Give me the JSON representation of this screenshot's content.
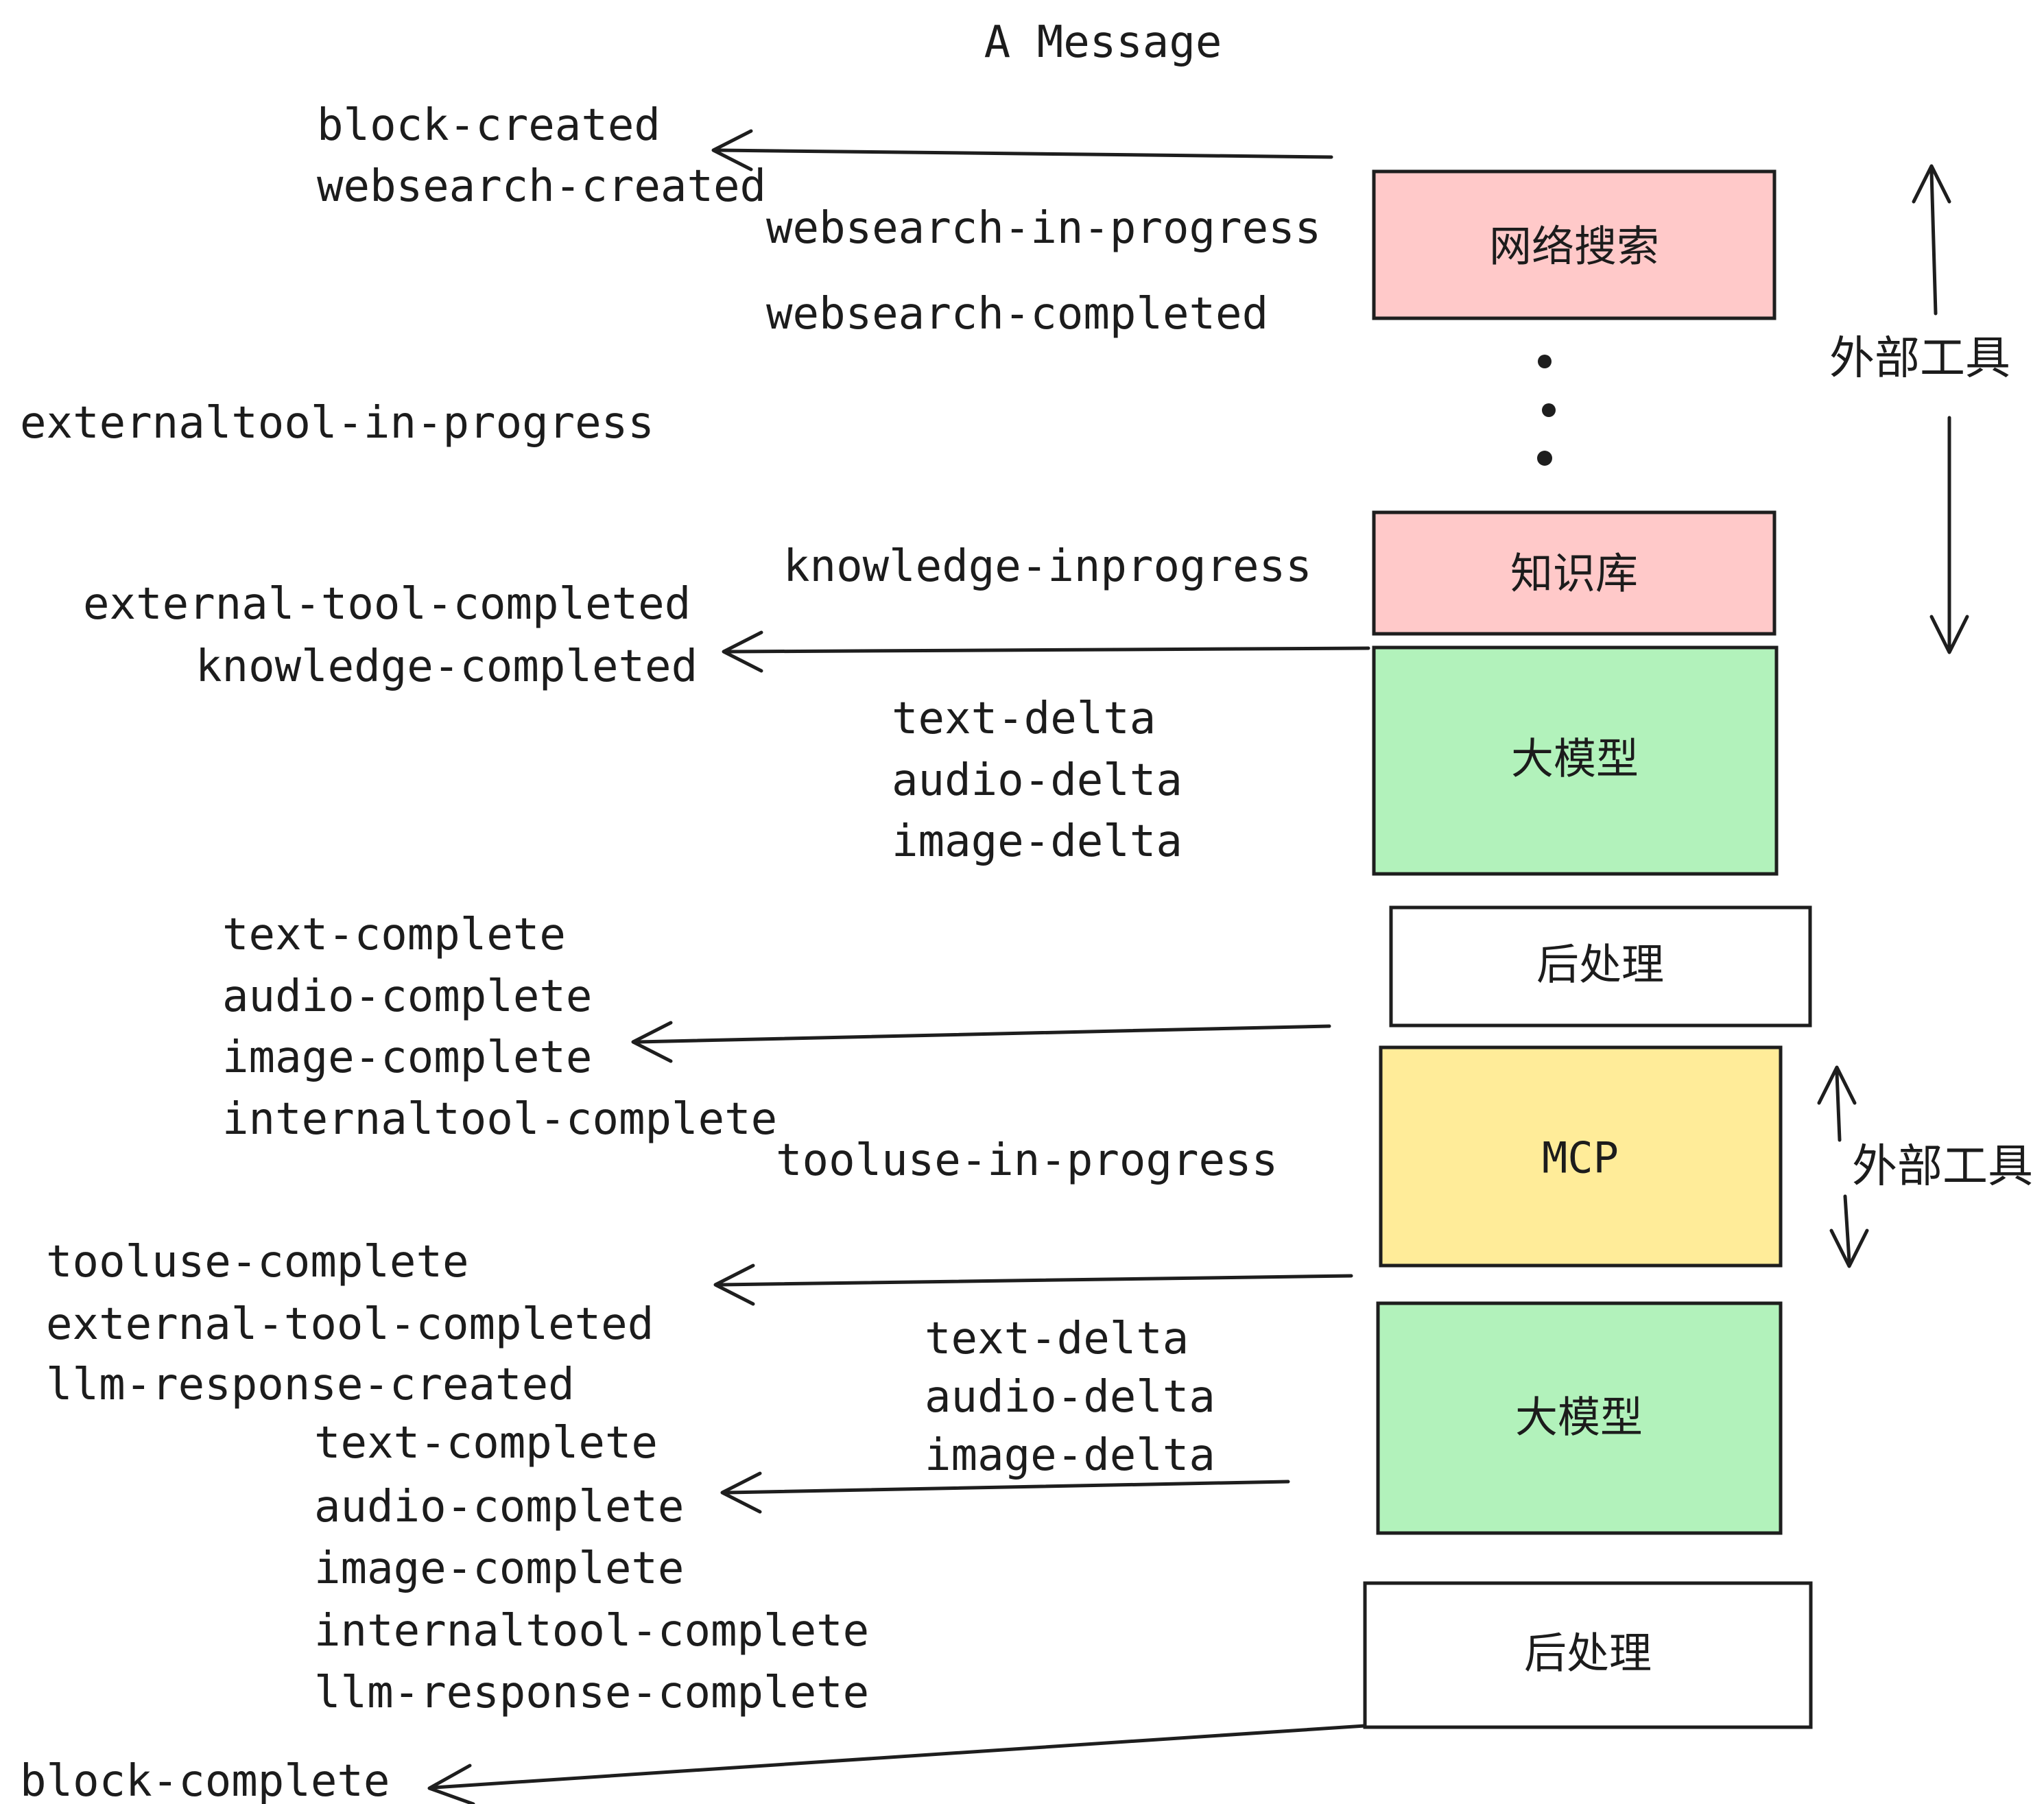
{
  "title": "A Message",
  "boxes": {
    "websearch": {
      "label": "网络搜索",
      "color": "#ffc9c9"
    },
    "knowledge": {
      "label": "知识库",
      "color": "#ffc9c9"
    },
    "llm_1": {
      "label": "大模型",
      "color": "#b2f2bb"
    },
    "postprocess_1": {
      "label": "后处理",
      "color": "#ffffff"
    },
    "mcp": {
      "label": "MCP",
      "color": "#ffec99"
    },
    "llm_2": {
      "label": "大模型",
      "color": "#b2f2bb"
    },
    "postprocess_2": {
      "label": "后处理",
      "color": "#ffffff"
    }
  },
  "side_labels": {
    "external_tools_top": "外部工具",
    "external_tools_mid": "外部工具"
  },
  "events": {
    "block_created": "block-created",
    "websearch_created": "websearch-created",
    "websearch_in_progress": "websearch-in-progress",
    "websearch_completed": "websearch-completed",
    "externaltool_in_progress": "externaltool-in-progress",
    "knowledge_inprogress": "knowledge-inprogress",
    "external_tool_completed": "external-tool-completed",
    "knowledge_completed": "knowledge-completed",
    "text_delta": "text-delta",
    "audio_delta": "audio-delta",
    "image_delta": "image-delta",
    "text_complete": "text-complete",
    "audio_complete": "audio-complete",
    "image_complete": "image-complete",
    "internaltool_complete": "internaltool-complete",
    "tooluse_in_progress": "tooluse-in-progress",
    "tooluse_complete": "tooluse-complete",
    "llm_response_created": "llm-response-created",
    "llm_response_complete": "llm-response-complete",
    "block_complete": "block-complete"
  },
  "stroke_color": "#1e1e1e"
}
